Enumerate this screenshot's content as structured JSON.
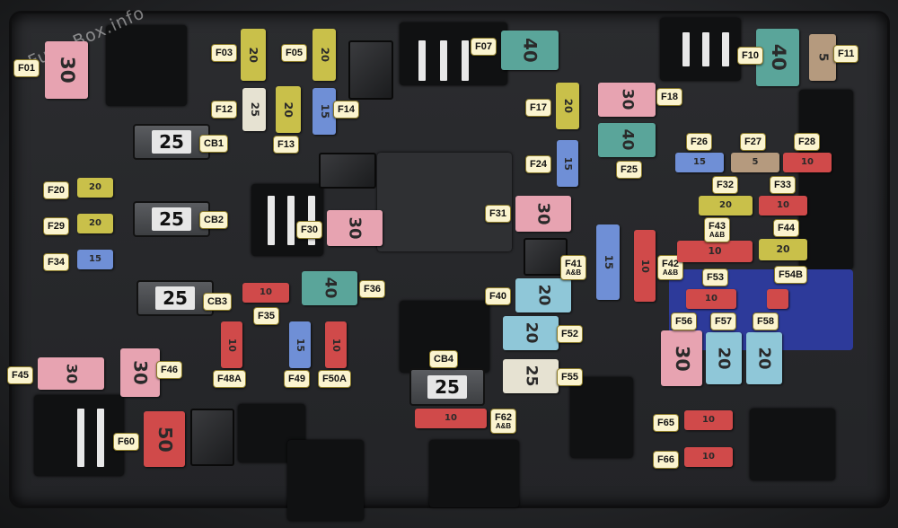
{
  "watermark": "Fuse-Box.info",
  "colors": {
    "pink": "#e7a3b1",
    "yellow": "#c9c04a",
    "blue": "#6f8fd6",
    "red": "#d04a4a",
    "green": "#5aa59a",
    "tan": "#b59a7e",
    "white": "#e6e2d2",
    "cyan": "#8fc7d8"
  },
  "circuit_breakers": [
    {
      "id": "CB1",
      "rating": "25"
    },
    {
      "id": "CB2",
      "rating": "25"
    },
    {
      "id": "CB3",
      "rating": "25"
    },
    {
      "id": "CB4",
      "rating": "25"
    }
  ],
  "fuses": [
    {
      "id": "F01",
      "rating": "30",
      "color": "pink"
    },
    {
      "id": "F03",
      "rating": "20",
      "color": "yellow"
    },
    {
      "id": "F05",
      "rating": "20",
      "color": "yellow"
    },
    {
      "id": "F07",
      "rating": "40",
      "color": "green"
    },
    {
      "id": "F10",
      "rating": "40",
      "color": "green"
    },
    {
      "id": "F11",
      "rating": "5",
      "color": "tan"
    },
    {
      "id": "F12",
      "rating": "25",
      "color": "white"
    },
    {
      "id": "F13",
      "rating": "20",
      "color": "yellow"
    },
    {
      "id": "F14",
      "rating": "15",
      "color": "blue"
    },
    {
      "id": "F17",
      "rating": "20",
      "color": "yellow"
    },
    {
      "id": "F18",
      "rating": "30",
      "color": "pink"
    },
    {
      "id": "F20",
      "rating": "20",
      "color": "yellow"
    },
    {
      "id": "F24",
      "rating": "15",
      "color": "blue"
    },
    {
      "id": "F25",
      "rating": "40",
      "color": "green"
    },
    {
      "id": "F26",
      "rating": "15",
      "color": "blue"
    },
    {
      "id": "F27",
      "rating": "5",
      "color": "tan"
    },
    {
      "id": "F28",
      "rating": "10",
      "color": "red"
    },
    {
      "id": "F29",
      "rating": "20",
      "color": "yellow"
    },
    {
      "id": "F30",
      "rating": "30",
      "color": "pink"
    },
    {
      "id": "F31",
      "rating": "30",
      "color": "pink"
    },
    {
      "id": "F32",
      "rating": "20",
      "color": "yellow"
    },
    {
      "id": "F33",
      "rating": "10",
      "color": "red"
    },
    {
      "id": "F34",
      "rating": "15",
      "color": "blue"
    },
    {
      "id": "F35",
      "rating": "10",
      "color": "red"
    },
    {
      "id": "F36",
      "rating": "40",
      "color": "green"
    },
    {
      "id": "F40",
      "rating": "20",
      "color": "cyan"
    },
    {
      "id": "F41",
      "rating": "15",
      "color": "blue",
      "sub": "A&B"
    },
    {
      "id": "F42",
      "rating": "10",
      "color": "red",
      "sub": "A&B"
    },
    {
      "id": "F43",
      "rating": "10",
      "color": "red",
      "sub": "A&B"
    },
    {
      "id": "F44",
      "rating": "20",
      "color": "yellow"
    },
    {
      "id": "F45",
      "rating": "30",
      "color": "pink"
    },
    {
      "id": "F46",
      "rating": "30",
      "color": "pink"
    },
    {
      "id": "F48A",
      "rating": "10",
      "color": "red"
    },
    {
      "id": "F49",
      "rating": "15",
      "color": "blue"
    },
    {
      "id": "F50A",
      "rating": "10",
      "color": "red"
    },
    {
      "id": "F52",
      "rating": "20",
      "color": "cyan"
    },
    {
      "id": "F53",
      "rating": "10",
      "color": "red"
    },
    {
      "id": "F54B",
      "rating": "",
      "color": "red"
    },
    {
      "id": "F55",
      "rating": "25",
      "color": "white"
    },
    {
      "id": "F56",
      "rating": "30",
      "color": "pink"
    },
    {
      "id": "F57",
      "rating": "20",
      "color": "cyan"
    },
    {
      "id": "F58",
      "rating": "20",
      "color": "cyan"
    },
    {
      "id": "F60",
      "rating": "50",
      "color": "red"
    },
    {
      "id": "F62",
      "rating": "10",
      "color": "red",
      "sub": "A&B"
    },
    {
      "id": "F65",
      "rating": "10",
      "color": "red"
    },
    {
      "id": "F66",
      "rating": "10",
      "color": "red"
    }
  ]
}
